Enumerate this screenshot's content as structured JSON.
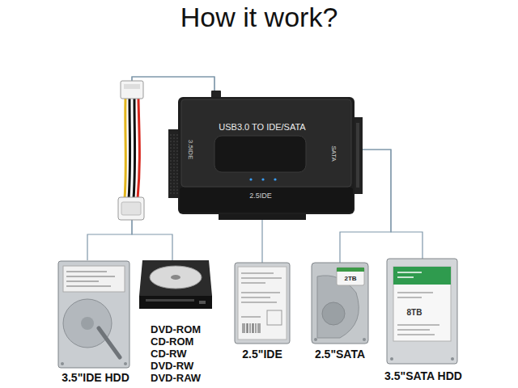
{
  "diagram": {
    "title": "How it work?",
    "nodes": [
      {
        "text": [
          "USB3.0 TO IDE/SATA",
          "3.5IDE",
          "2.5IDE",
          "SATA"
        ]
      },
      {
        "text": [
          "3.5\"IDE HDD"
        ]
      },
      {
        "text": [
          "DVD-ROM CD-ROM CD-RW DVD-RW DVD-RAW"
        ]
      },
      {
        "text": [
          "2.5\"IDE"
        ]
      },
      {
        "text": [
          "2.5\"SATA"
        ]
      },
      {
        "text": [
          "3.5\"SATA HDD"
        ]
      }
    ],
    "edges": [
      {
        "from": 0,
        "to": 1,
        "arrow": "none"
      },
      {
        "from": 0,
        "to": 2,
        "arrow": "none"
      },
      {
        "from": 0,
        "to": 3,
        "arrow": "none"
      },
      {
        "from": 0,
        "to": 4,
        "arrow": "none"
      },
      {
        "from": 0,
        "to": 5,
        "arrow": "none"
      }
    ],
    "labels": [
      "2TB",
      "8TB"
    ]
  }
}
